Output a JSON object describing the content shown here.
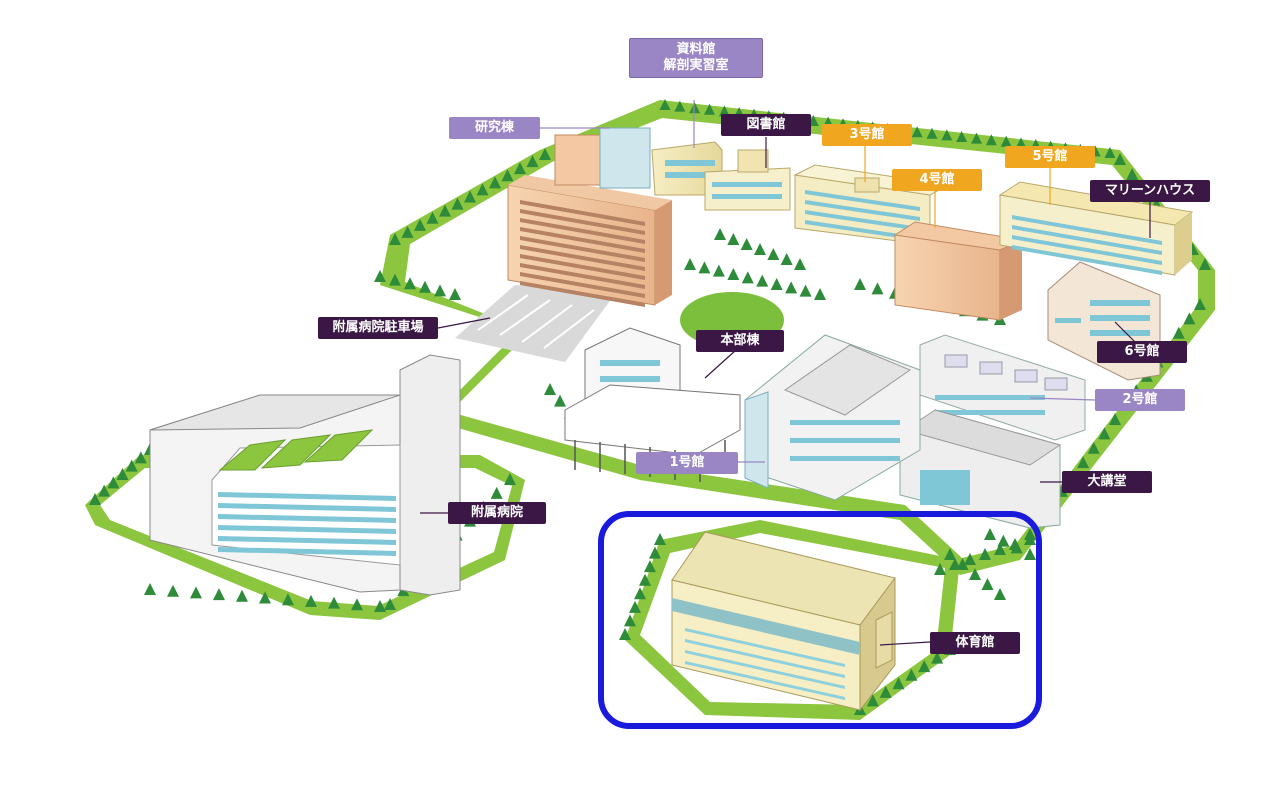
{
  "labels": {
    "shiryokan": "資料館\n解剖実習室",
    "kenkyuto": "研究棟",
    "toshokan": "図書館",
    "gokan3": "3号館",
    "gokan4": "4号館",
    "gokan5": "5号館",
    "marine_house": "マリーンハウス",
    "parking": "附属病院駐車場",
    "honbuto": "本部棟",
    "gokan6": "6号館",
    "gokan2": "2号館",
    "gokan1": "1号館",
    "daikodo": "大講堂",
    "hospital": "附属病院",
    "gym": "体育館"
  },
  "colors": {
    "label_dark": "#3b1745",
    "label_purple": "#9a86c4",
    "label_orange": "#f0a71f",
    "grass": "#8cc63f",
    "tree": "#2e8b3a",
    "highlight_border": "#1a1adc"
  },
  "highlighted_building": "体育館"
}
